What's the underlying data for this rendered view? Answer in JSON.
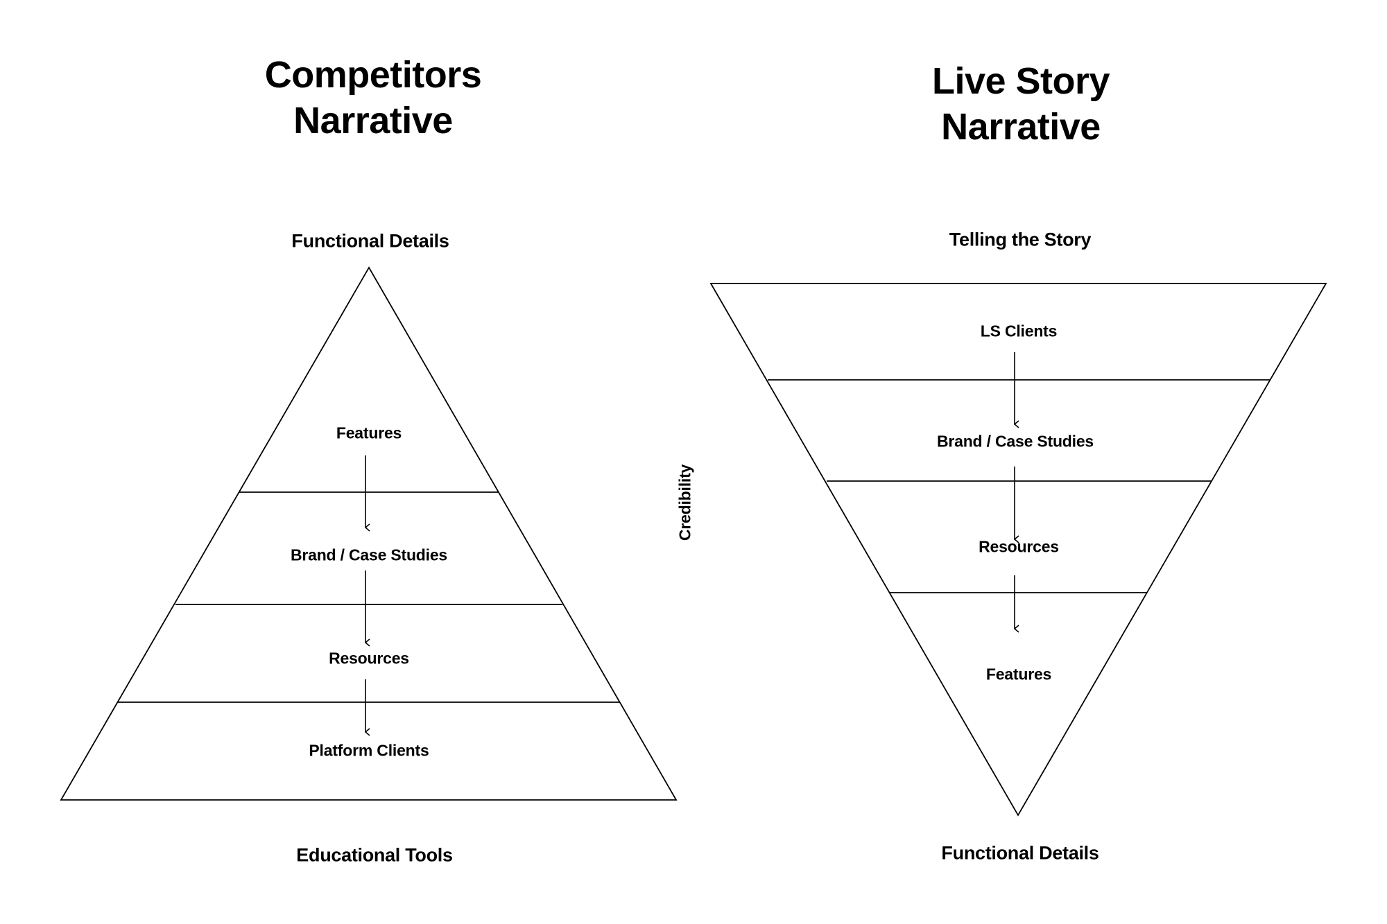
{
  "left": {
    "title_line1": "Competitors",
    "title_line2": "Narrative",
    "top_label": "Functional Details",
    "bottom_label": "Educational Tools",
    "shape": "pyramid",
    "tiers": [
      {
        "label": "Features"
      },
      {
        "label": "Brand / Case Studies"
      },
      {
        "label": "Resources"
      },
      {
        "label": "Platform Clients"
      }
    ]
  },
  "center": {
    "axis_label": "Credibility"
  },
  "right": {
    "title_line1": "Live Story",
    "title_line2": "Narrative",
    "top_label": "Telling the Story",
    "bottom_label": "Functional Details",
    "shape": "inverted-pyramid",
    "tiers": [
      {
        "label": "LS Clients"
      },
      {
        "label": "Brand / Case Studies"
      },
      {
        "label": "Resources"
      },
      {
        "label": "Features"
      }
    ]
  },
  "colors": {
    "stroke": "#000000",
    "background": "#ffffff"
  }
}
